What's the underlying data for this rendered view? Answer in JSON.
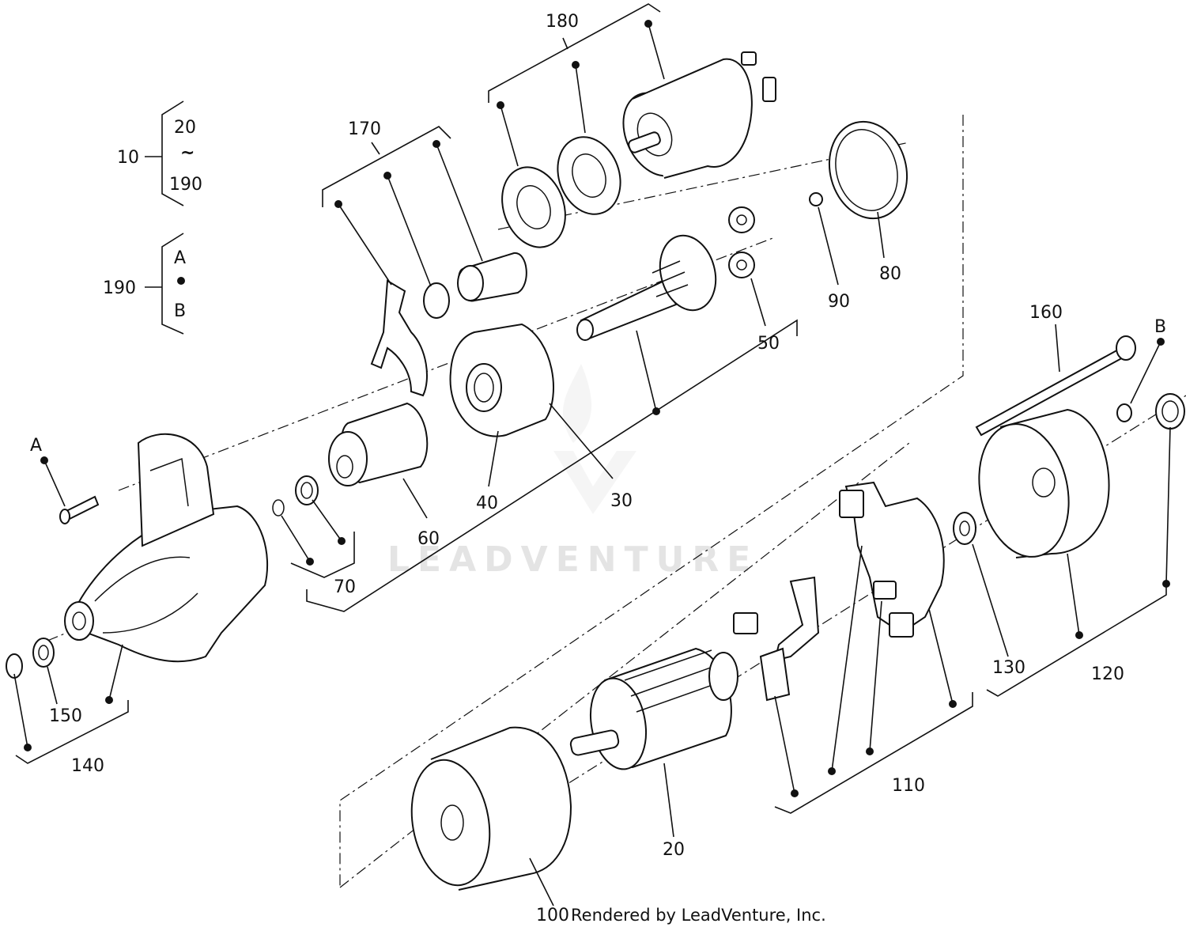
{
  "callouts": {
    "p10": "10",
    "p20_range": "20",
    "tilde": "~",
    "p190_range": "190",
    "p190": "190",
    "refA": "A",
    "refB": "B",
    "p170": "170",
    "p180": "180",
    "p80": "80",
    "p90": "90",
    "p50": "50",
    "p160": "160",
    "refB_bolt": "B",
    "refA_screw": "A",
    "p60": "60",
    "p40": "40",
    "p30": "30",
    "p70": "70",
    "p150": "150",
    "p140": "140",
    "p130": "130",
    "p120": "120",
    "p110": "110",
    "p20": "20",
    "p100": "100"
  },
  "watermark": "LEADVENTURE",
  "credit": "Rendered by LeadVenture, Inc."
}
